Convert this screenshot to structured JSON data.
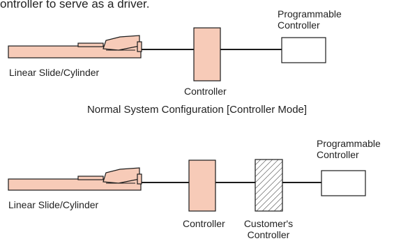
{
  "intro_text": "ontroller to serve as a driver.",
  "colors": {
    "device_fill": "#f7cbb8",
    "controller_fill": "#f7cbb8",
    "outline": "#1a1a1a",
    "wire": "#1a1a1a",
    "plc_fill": "#ffffff"
  },
  "diagram1": {
    "slide_label": "Linear Slide/Cylinder",
    "controller_label": "Controller",
    "plc_label_line1": "Programmable",
    "plc_label_line2": "Controller",
    "caption": "Normal System Configuration [Controller Mode]"
  },
  "diagram2": {
    "slide_label": "Linear Slide/Cylinder",
    "controller_label": "Controller",
    "customer_label_line1": "Customer's",
    "customer_label_line2": "Controller",
    "plc_label_line1": "Programmable",
    "plc_label_line2": "Controller"
  }
}
